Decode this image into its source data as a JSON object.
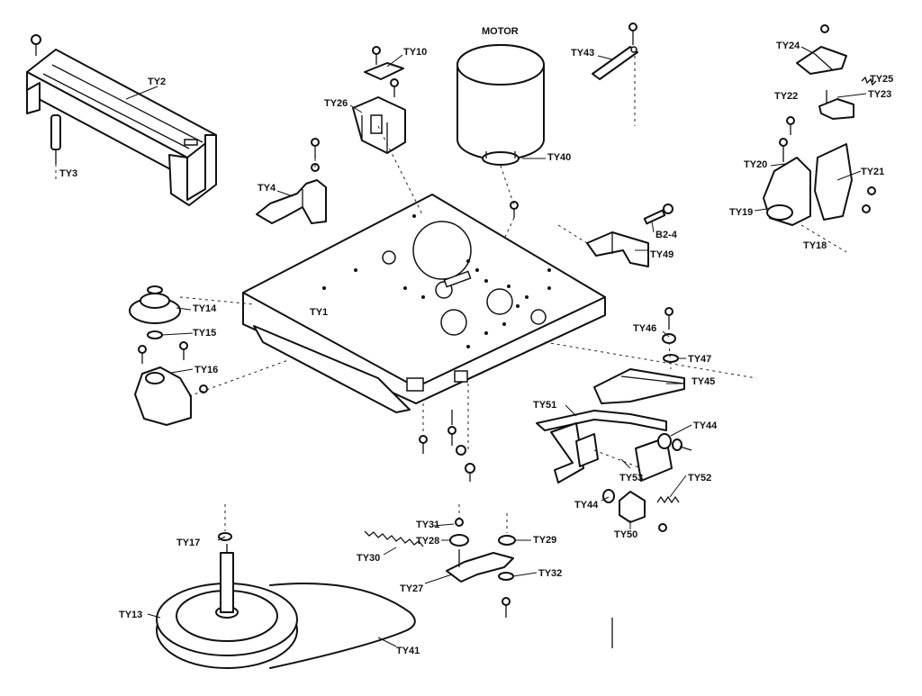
{
  "labels": {
    "motor": "MOTOR",
    "ty1": "TY1",
    "ty2": "TY2",
    "ty3": "TY3",
    "ty4": "TY4",
    "ty10": "TY10",
    "ty13": "TY13",
    "ty14": "TY14",
    "ty15": "TY15",
    "ty16": "TY16",
    "ty17": "TY17",
    "ty18": "TY18",
    "ty19": "TY19",
    "ty20": "TY20",
    "ty21": "TY21",
    "ty22": "TY22",
    "ty23": "TY23",
    "ty24": "TY24",
    "ty25": "TY25",
    "ty26": "TY26",
    "ty27": "TY27",
    "ty28": "TY28",
    "ty29": "TY29",
    "ty30": "TY30",
    "ty31": "TY31",
    "ty32": "TY32",
    "ty40": "TY40",
    "ty41": "TY41",
    "ty43": "TY43",
    "ty44a": "TY44",
    "ty44b": "TY44",
    "ty45": "TY45",
    "ty46": "TY46",
    "ty47": "TY47",
    "ty49": "TY49",
    "ty50": "TY50",
    "ty51": "TY51",
    "ty52": "TY52",
    "ty53": "TY53",
    "b24": "B2-4"
  }
}
